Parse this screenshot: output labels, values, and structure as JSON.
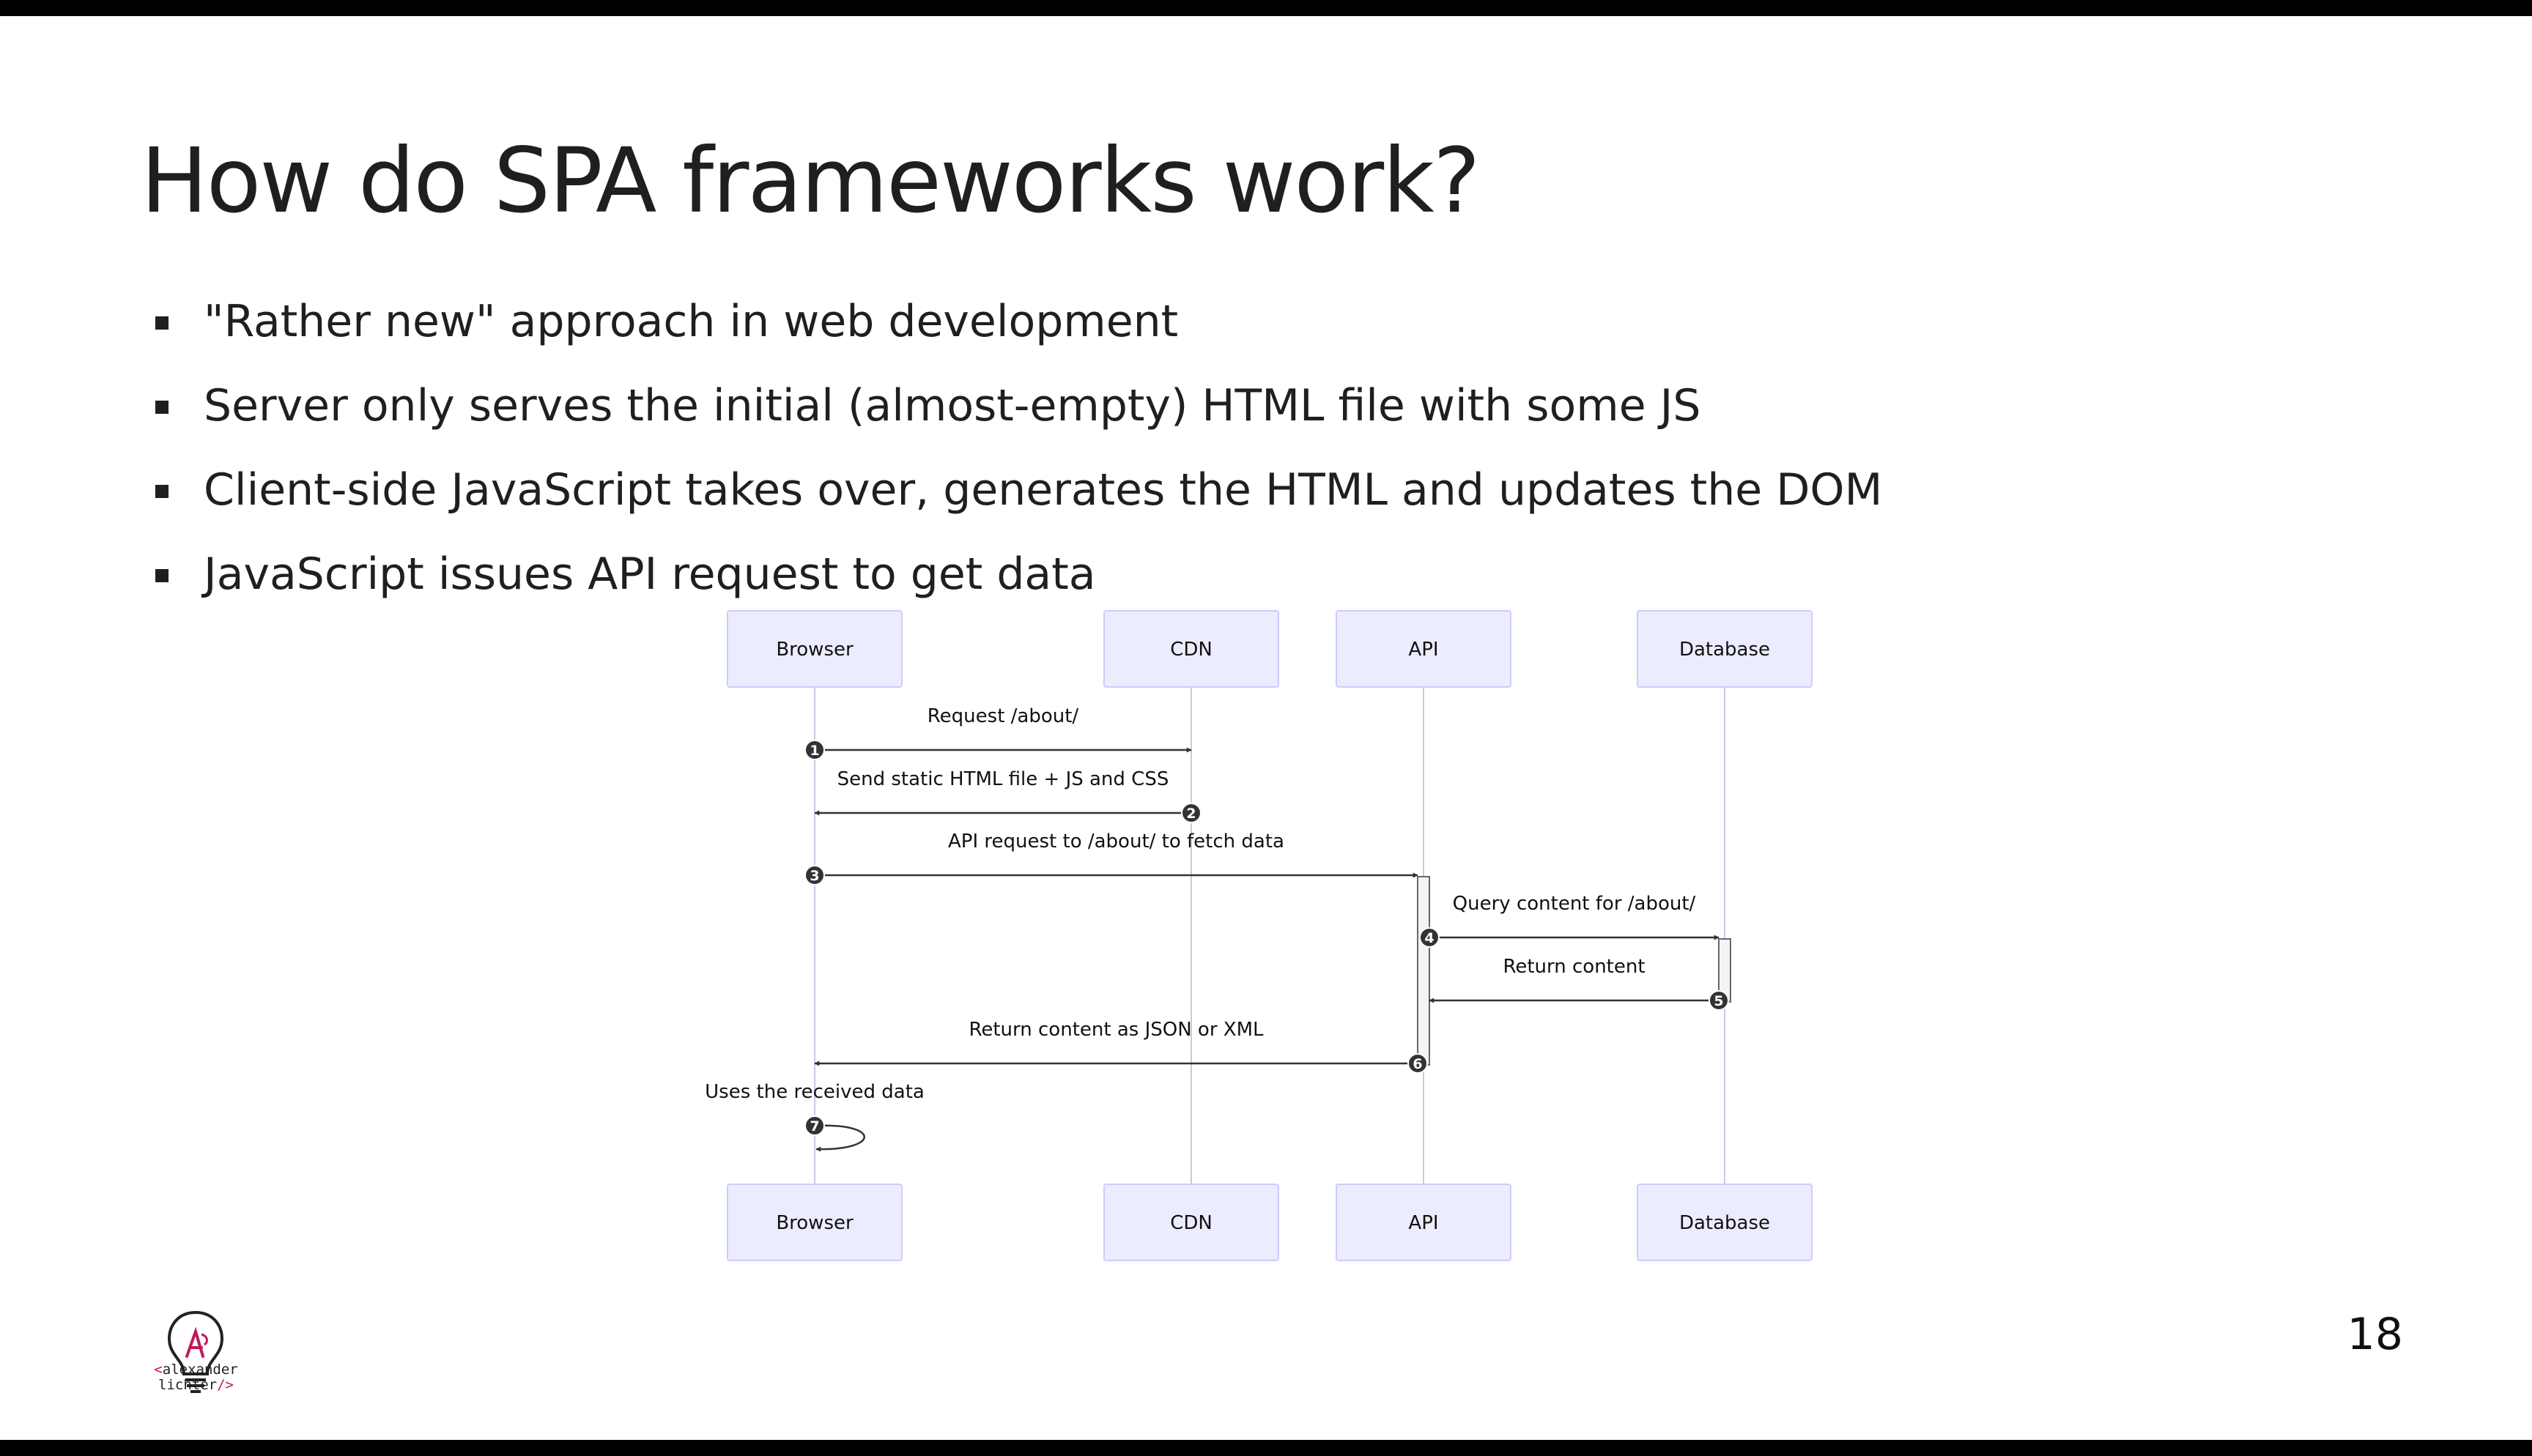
{
  "slide": {
    "title": "How do SPA frameworks work?",
    "bullets": [
      "\"Rather new\" approach in web development",
      "Server only serves the initial (almost-empty) HTML file with some JS",
      "Client-side JavaScript takes over, generates the HTML and updates the DOM",
      "JavaScript issues API request to get data"
    ],
    "page_number": "18"
  },
  "logo": {
    "line1_open": "<",
    "line1_text": "alexander",
    "line2_text": "lichter",
    "line2_close": "/>",
    "accent_color": "#c2185b"
  },
  "diagram": {
    "type": "sequence",
    "participants": [
      "Browser",
      "CDN",
      "API",
      "Database"
    ],
    "messages": [
      {
        "number": "1",
        "from": "Browser",
        "to": "CDN",
        "label": "Request /about/"
      },
      {
        "number": "2",
        "from": "CDN",
        "to": "Browser",
        "label": "Send static HTML file + JS and CSS"
      },
      {
        "number": "3",
        "from": "Browser",
        "to": "API",
        "label": "API request to /about/ to fetch data"
      },
      {
        "number": "4",
        "from": "API",
        "to": "Database",
        "label": "Query content for /about/"
      },
      {
        "number": "5",
        "from": "Database",
        "to": "API",
        "label": "Return content"
      },
      {
        "number": "6",
        "from": "API",
        "to": "Browser",
        "label": "Return content as JSON or XML"
      },
      {
        "number": "7",
        "from": "Browser",
        "to": "Browser",
        "label": "Uses the received data"
      }
    ],
    "colors": {
      "actor_fill": "#ececff",
      "actor_stroke": "#ccccff",
      "lifeline": "#cfc7e8",
      "arrow": "#333333",
      "badge": "#333333",
      "activation_fill": "#f4f4f4",
      "activation_stroke": "#666666"
    }
  }
}
